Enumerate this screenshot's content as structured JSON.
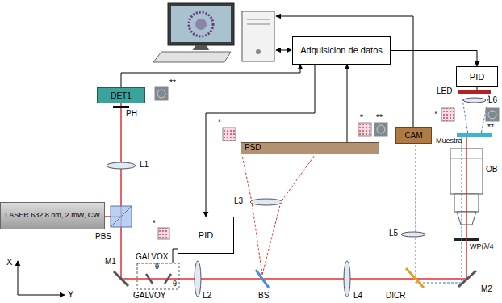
{
  "diagram": {
    "nodes": [
      {
        "text": [
          "Adquisicion de datos"
        ]
      },
      {
        "text": [
          "PID"
        ]
      },
      {
        "text": [
          "DET1"
        ]
      },
      {
        "text": [
          "PSD"
        ]
      },
      {
        "text": [
          "CAM"
        ]
      },
      {
        "text": [
          "PID"
        ]
      },
      {
        "text": [
          "LASER 632.8 nm, 2 mW, CW"
        ]
      }
    ],
    "edges": [
      {
        "from": 0,
        "to": 1,
        "arrow": "to"
      },
      {
        "from": 0,
        "to": 5,
        "arrow": "to"
      },
      {
        "from": 3,
        "to": 0,
        "arrow": "to"
      },
      {
        "from": 2,
        "to": 0,
        "arrow": "to"
      }
    ],
    "labels": [
      "LED",
      "L6",
      "*",
      "**",
      "Muestra",
      "OB",
      "WP(λ/4",
      "M2",
      "DICR",
      "L5",
      "*",
      "**",
      "L4",
      "BS",
      "L3",
      "*",
      "L2",
      "*",
      "GALVOX",
      "GALVOY",
      "θ",
      "θ",
      "M1",
      "PBS",
      "L1",
      "PH",
      "**",
      "X",
      "Y"
    ]
  }
}
